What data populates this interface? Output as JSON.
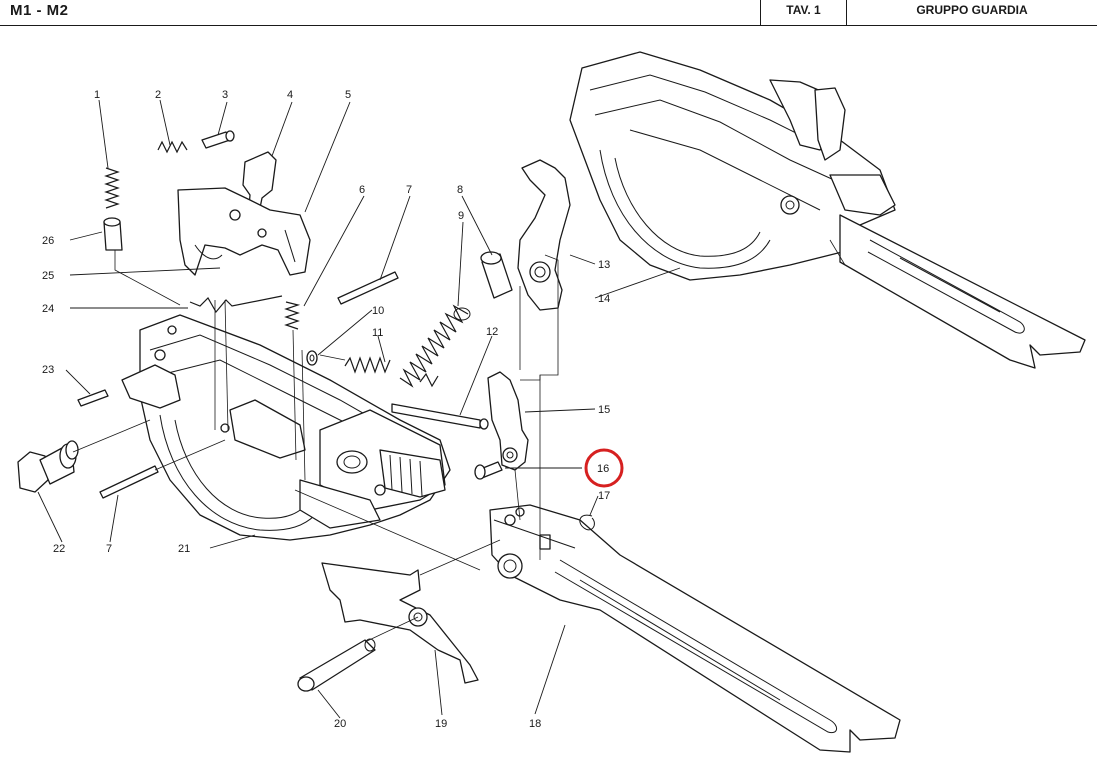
{
  "header": {
    "model": "M1 - M2",
    "table": "TAV. 1",
    "group": "GRUPPO GUARDIA"
  },
  "callouts": {
    "n1": "1",
    "n2": "2",
    "n3": "3",
    "n4": "4",
    "n5": "5",
    "n6": "6",
    "n7a": "7",
    "n7b": "7",
    "n8": "8",
    "n9": "9",
    "n10": "10",
    "n11": "11",
    "n12": "12",
    "n13": "13",
    "n14": "14",
    "n15": "15",
    "n16": "16",
    "n17": "17",
    "n18": "18",
    "n19": "19",
    "n20": "20",
    "n21": "21",
    "n22": "22",
    "n23": "23",
    "n24": "24",
    "n25": "25",
    "n26": "26"
  },
  "highlighted_callout": "16",
  "colors": {
    "line": "#1a1a1a",
    "highlight": "#d62020",
    "background": "#ffffff"
  }
}
